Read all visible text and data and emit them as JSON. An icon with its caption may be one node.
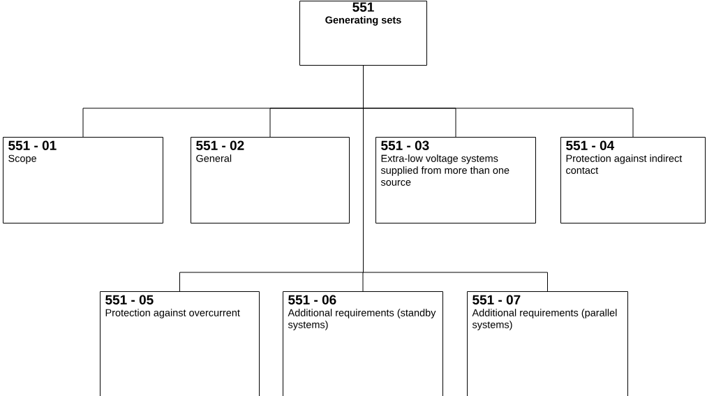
{
  "diagram": {
    "nodes": [
      {
        "text": [
          "551",
          "Generating sets"
        ]
      },
      {
        "text": [
          "551 - 01",
          "Scope"
        ]
      },
      {
        "text": [
          "551 - 02",
          "General"
        ]
      },
      {
        "text": [
          "551 - 03",
          "Extra-low voltage systems supplied from more than one source"
        ]
      },
      {
        "text": [
          "551 - 04",
          "Protection against indirect contact"
        ]
      },
      {
        "text": [
          "551 - 05",
          "Protection against overcurrent"
        ]
      },
      {
        "text": [
          "551 - 06",
          "Additional requirements (standby systems)"
        ]
      },
      {
        "text": [
          "551 - 07",
          "Additional requirements (parallel systems)"
        ]
      }
    ],
    "edges": [
      {
        "from": 0,
        "to": 1,
        "arrow": "none"
      },
      {
        "from": 0,
        "to": 2,
        "arrow": "none"
      },
      {
        "from": 0,
        "to": 3,
        "arrow": "none"
      },
      {
        "from": 0,
        "to": 4,
        "arrow": "none"
      },
      {
        "from": 0,
        "to": 5,
        "arrow": "none"
      },
      {
        "from": 0,
        "to": 6,
        "arrow": "none"
      },
      {
        "from": 0,
        "to": 7,
        "arrow": "none"
      }
    ]
  }
}
